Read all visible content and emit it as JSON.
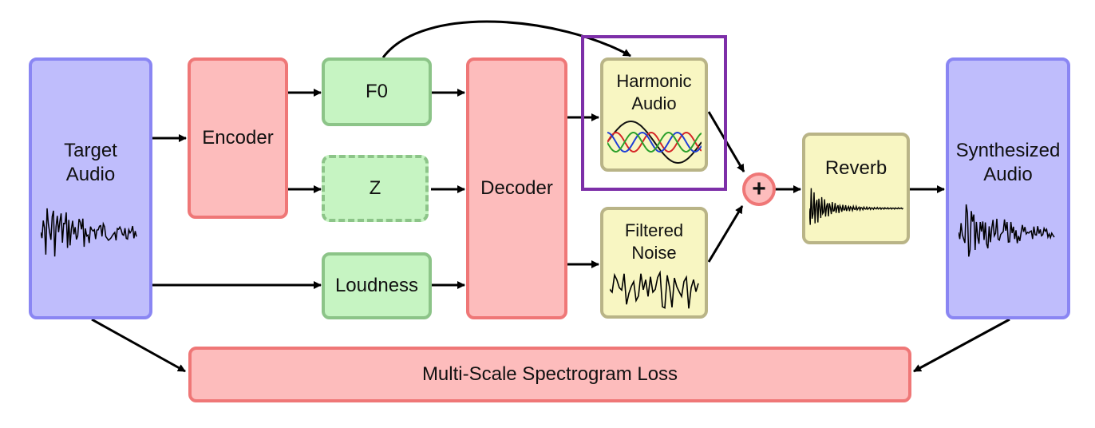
{
  "diagram": {
    "target_audio": "Target\nAudio",
    "encoder": "Encoder",
    "f0": "F0",
    "z": "Z",
    "loudness": "Loudness",
    "decoder": "Decoder",
    "harmonic_audio": "Harmonic\nAudio",
    "filtered_noise": "Filtered\nNoise",
    "plus": "+",
    "reverb": "Reverb",
    "synthesized_audio": "Synthesized\nAudio",
    "loss": "Multi-Scale Spectrogram Loss"
  },
  "colors": {
    "audio_fill": "#bfbdfc",
    "audio_border": "#8a86f3",
    "model_fill": "#fdbcbc",
    "model_border": "#ef7777",
    "latent_fill": "#c6f4c2",
    "latent_border": "#8cc488",
    "synth_fill": "#f8f6c2",
    "synth_border": "#b9b487",
    "highlight_border": "#7d2fa8",
    "sine_colors": [
      "#111111",
      "#d62728",
      "#1f3fd6",
      "#2ca02c"
    ]
  }
}
